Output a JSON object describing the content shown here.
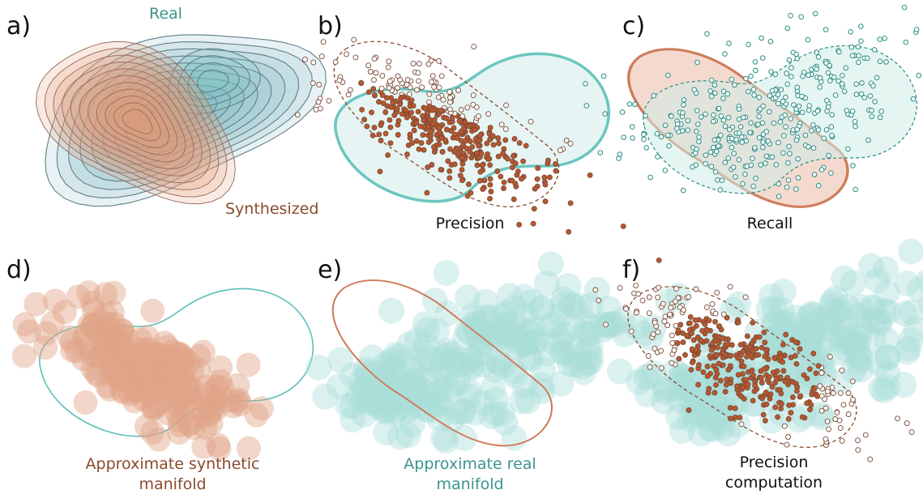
{
  "colors": {
    "real": "#5bbfb8",
    "real_fill": "#a9ddd8",
    "real_text": "#3c948c",
    "synthetic": "#cf7c5a",
    "synthetic_fill": "#e0a588",
    "synthetic_text": "#8a4a2c",
    "dark_stroke": "#7a4a35",
    "point_fill": "#b9582f",
    "teal_point": "#2a8c84",
    "contour_stroke": "#607f88",
    "ink": "#111111"
  },
  "panels": {
    "a": {
      "letter": "a)",
      "label_real": "Real",
      "label_synth": "Synthesized"
    },
    "b": {
      "letter": "b)",
      "caption": "Precision"
    },
    "c": {
      "letter": "c)",
      "caption": "Recall"
    },
    "d": {
      "letter": "d)",
      "caption_line1": "Approximate synthetic",
      "caption_line2": "manifold"
    },
    "e": {
      "letter": "e)",
      "caption_line1": "Approximate real",
      "caption_line2": "manifold"
    },
    "f": {
      "letter": "f)",
      "caption_line1": "Precision",
      "caption_line2": "computation"
    }
  }
}
